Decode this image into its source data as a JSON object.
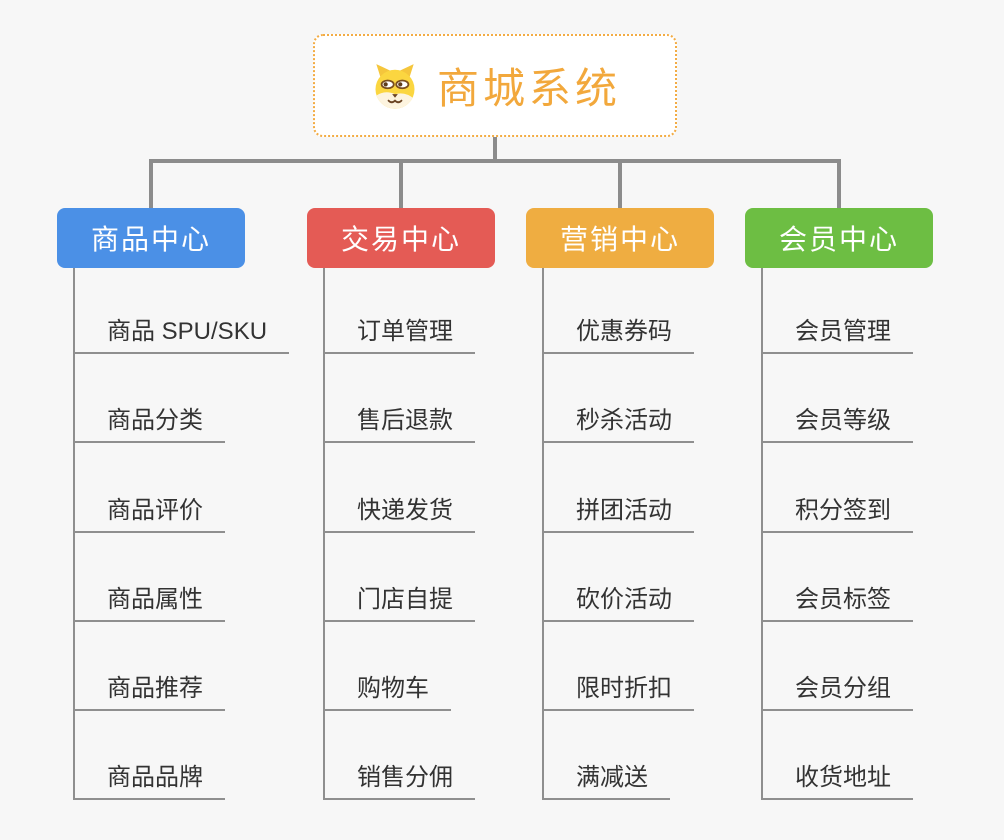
{
  "root": {
    "title": "商城系统",
    "icon": "dog-face-icon"
  },
  "branches": [
    {
      "label": "商品中心",
      "color": "#4b90e6",
      "items": [
        "商品 SPU/SKU",
        "商品分类",
        "商品评价",
        "商品属性",
        "商品推荐",
        "商品品牌"
      ]
    },
    {
      "label": "交易中心",
      "color": "#e45b55",
      "items": [
        "订单管理",
        "售后退款",
        "快递发货",
        "门店自提",
        "购物车",
        "销售分佣"
      ]
    },
    {
      "label": "营销中心",
      "color": "#efad41",
      "items": [
        "优惠券码",
        "秒杀活动",
        "拼团活动",
        "砍价活动",
        "限时折扣",
        "满减送"
      ]
    },
    {
      "label": "会员中心",
      "color": "#6dbe43",
      "items": [
        "会员管理",
        "会员等级",
        "积分签到",
        "会员标签",
        "会员分组",
        "收货地址"
      ]
    }
  ],
  "colors": {
    "background": "#f7f7f7",
    "connector": "#8c8c8c",
    "underline": "#8f8f8f",
    "leaf_text": "#333333",
    "root_accent": "#f2a83c",
    "root_border": "#f3ac44"
  }
}
